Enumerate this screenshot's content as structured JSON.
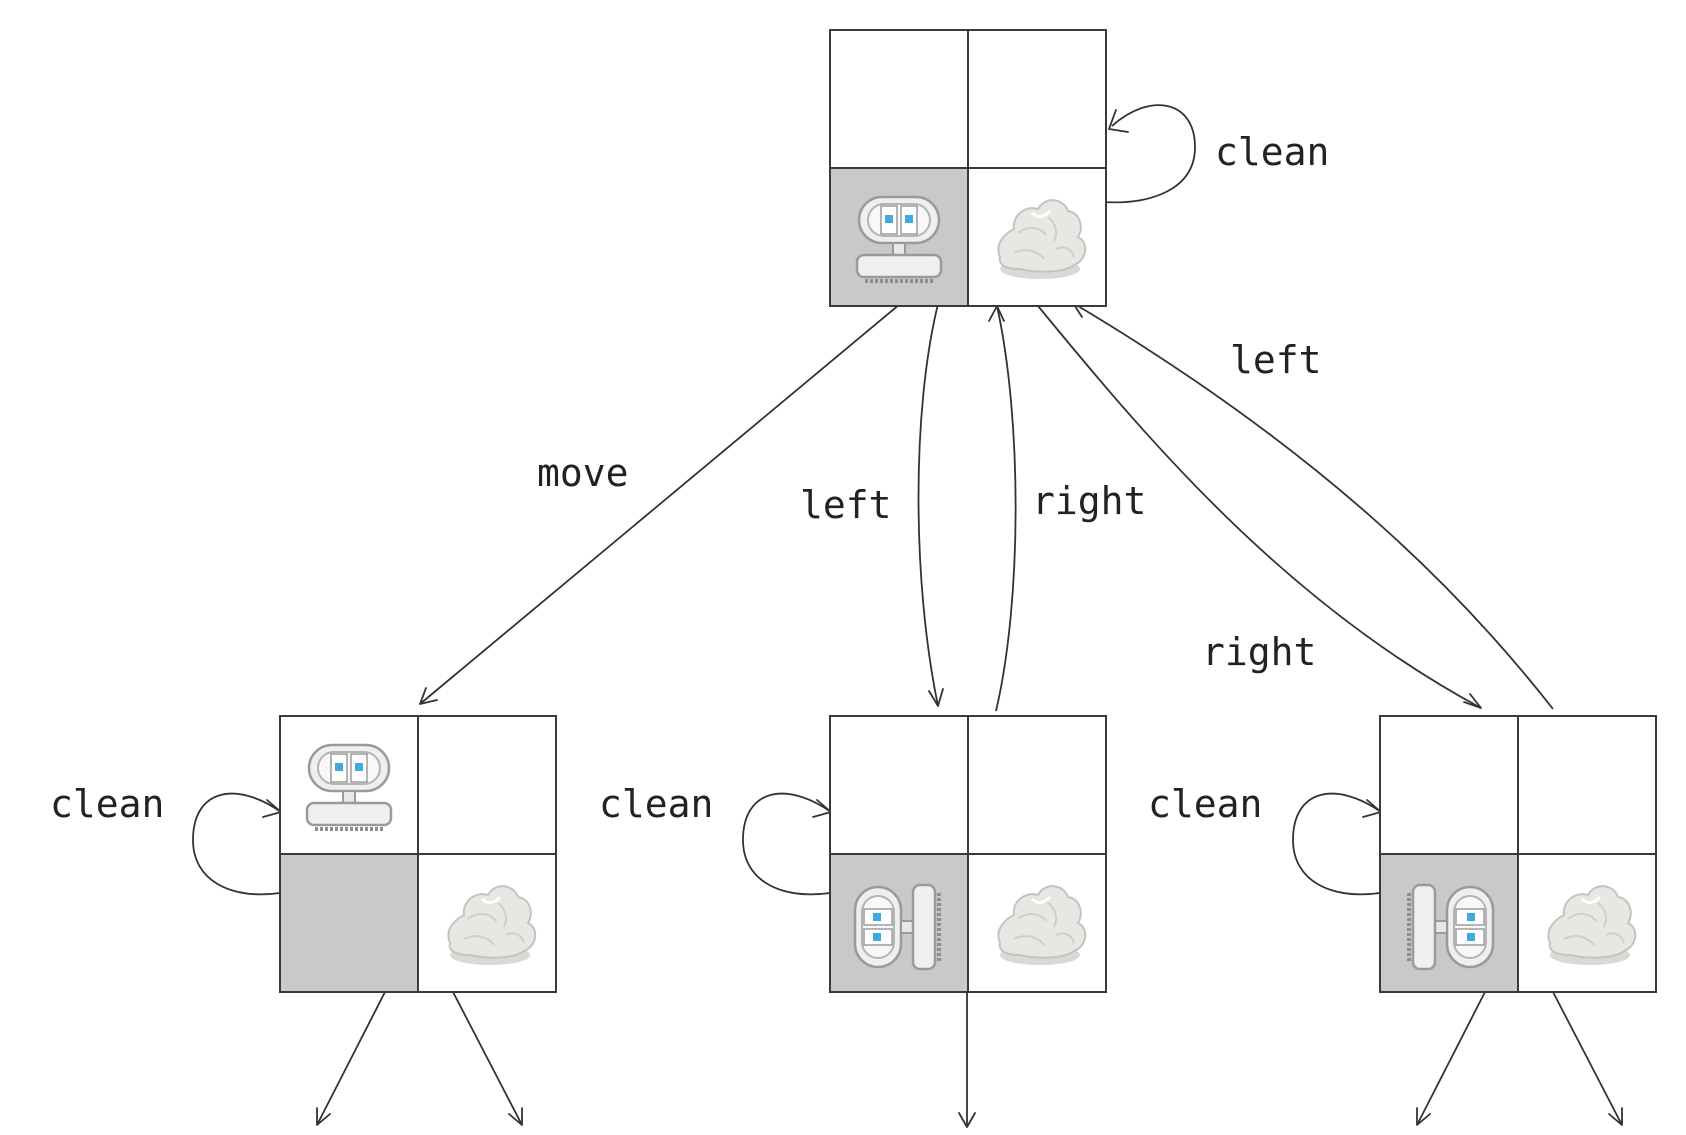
{
  "colors": {
    "visited_cell": "#c9c9c9",
    "empty_cell": "#ffffff",
    "grid_line": "#3a3a3a",
    "dirt": "#e6e8e4",
    "robot_body": "#efefef",
    "robot_eye": "#3fa9e0"
  },
  "icons": [
    "robot-icon",
    "dirt-icon"
  ],
  "states": [
    {
      "id": "root",
      "robot_cell": "bottom-left",
      "robot_orientation": "up",
      "shaded_cells": [
        "bottom-left"
      ],
      "dirt_cells": [
        "bottom-right"
      ]
    },
    {
      "id": "after-move",
      "robot_cell": "top-left",
      "robot_orientation": "up",
      "shaded_cells": [
        "bottom-left"
      ],
      "dirt_cells": [
        "bottom-right"
      ]
    },
    {
      "id": "after-left",
      "robot_cell": "bottom-left",
      "robot_orientation": "left",
      "shaded_cells": [
        "bottom-left"
      ],
      "dirt_cells": [
        "bottom-right"
      ]
    },
    {
      "id": "after-right",
      "robot_cell": "bottom-left",
      "robot_orientation": "right",
      "shaded_cells": [
        "bottom-left"
      ],
      "dirt_cells": [
        "bottom-right"
      ]
    }
  ],
  "labels": {
    "root_clean": "clean",
    "move": "move",
    "left_down": "left",
    "right_up": "right",
    "left_up": "left",
    "right_down": "right",
    "child1_clean": "clean",
    "child2_clean": "clean",
    "child3_clean": "clean"
  }
}
